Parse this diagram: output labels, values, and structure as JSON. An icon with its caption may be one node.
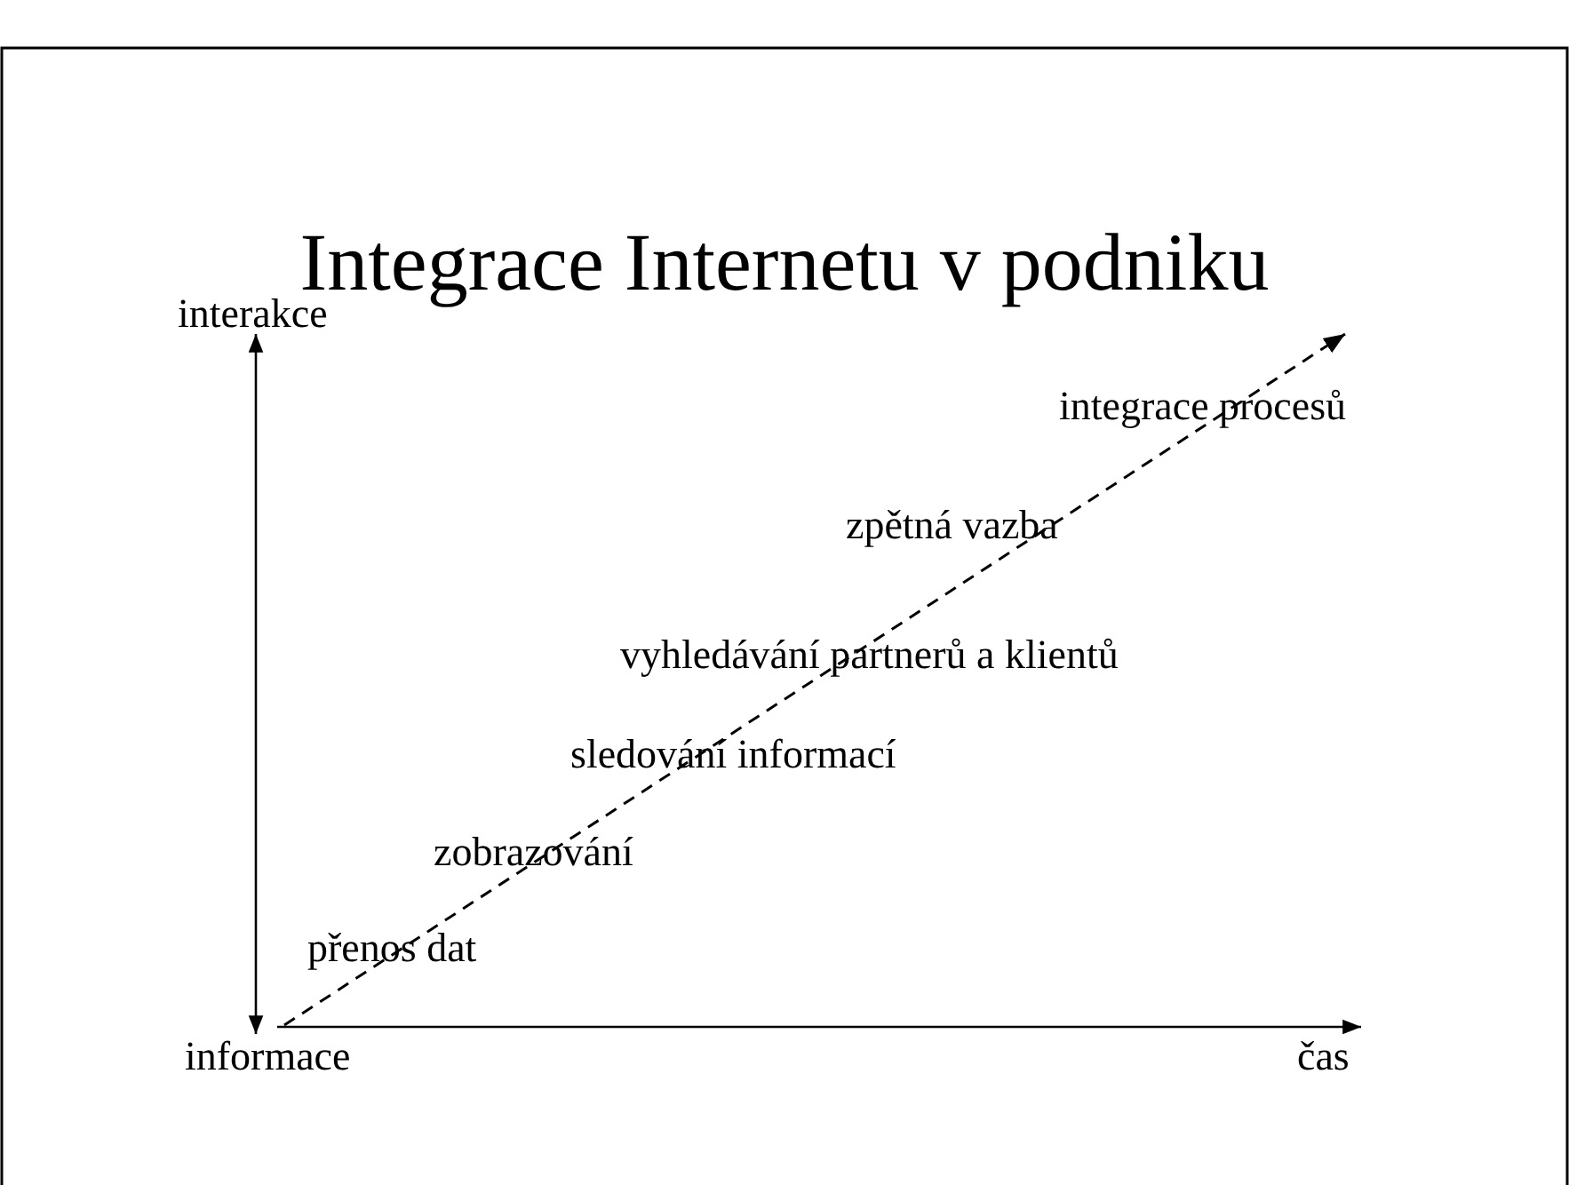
{
  "diagram": {
    "title": "Integrace Internetu v podniku",
    "labels": [
      "interakce",
      "integrace procesů",
      "zpětná vazba",
      "vyhledávání partnerů a klientů",
      "sledování informací",
      "zobrazování",
      "přenos dat",
      "informace",
      "čas"
    ]
  }
}
